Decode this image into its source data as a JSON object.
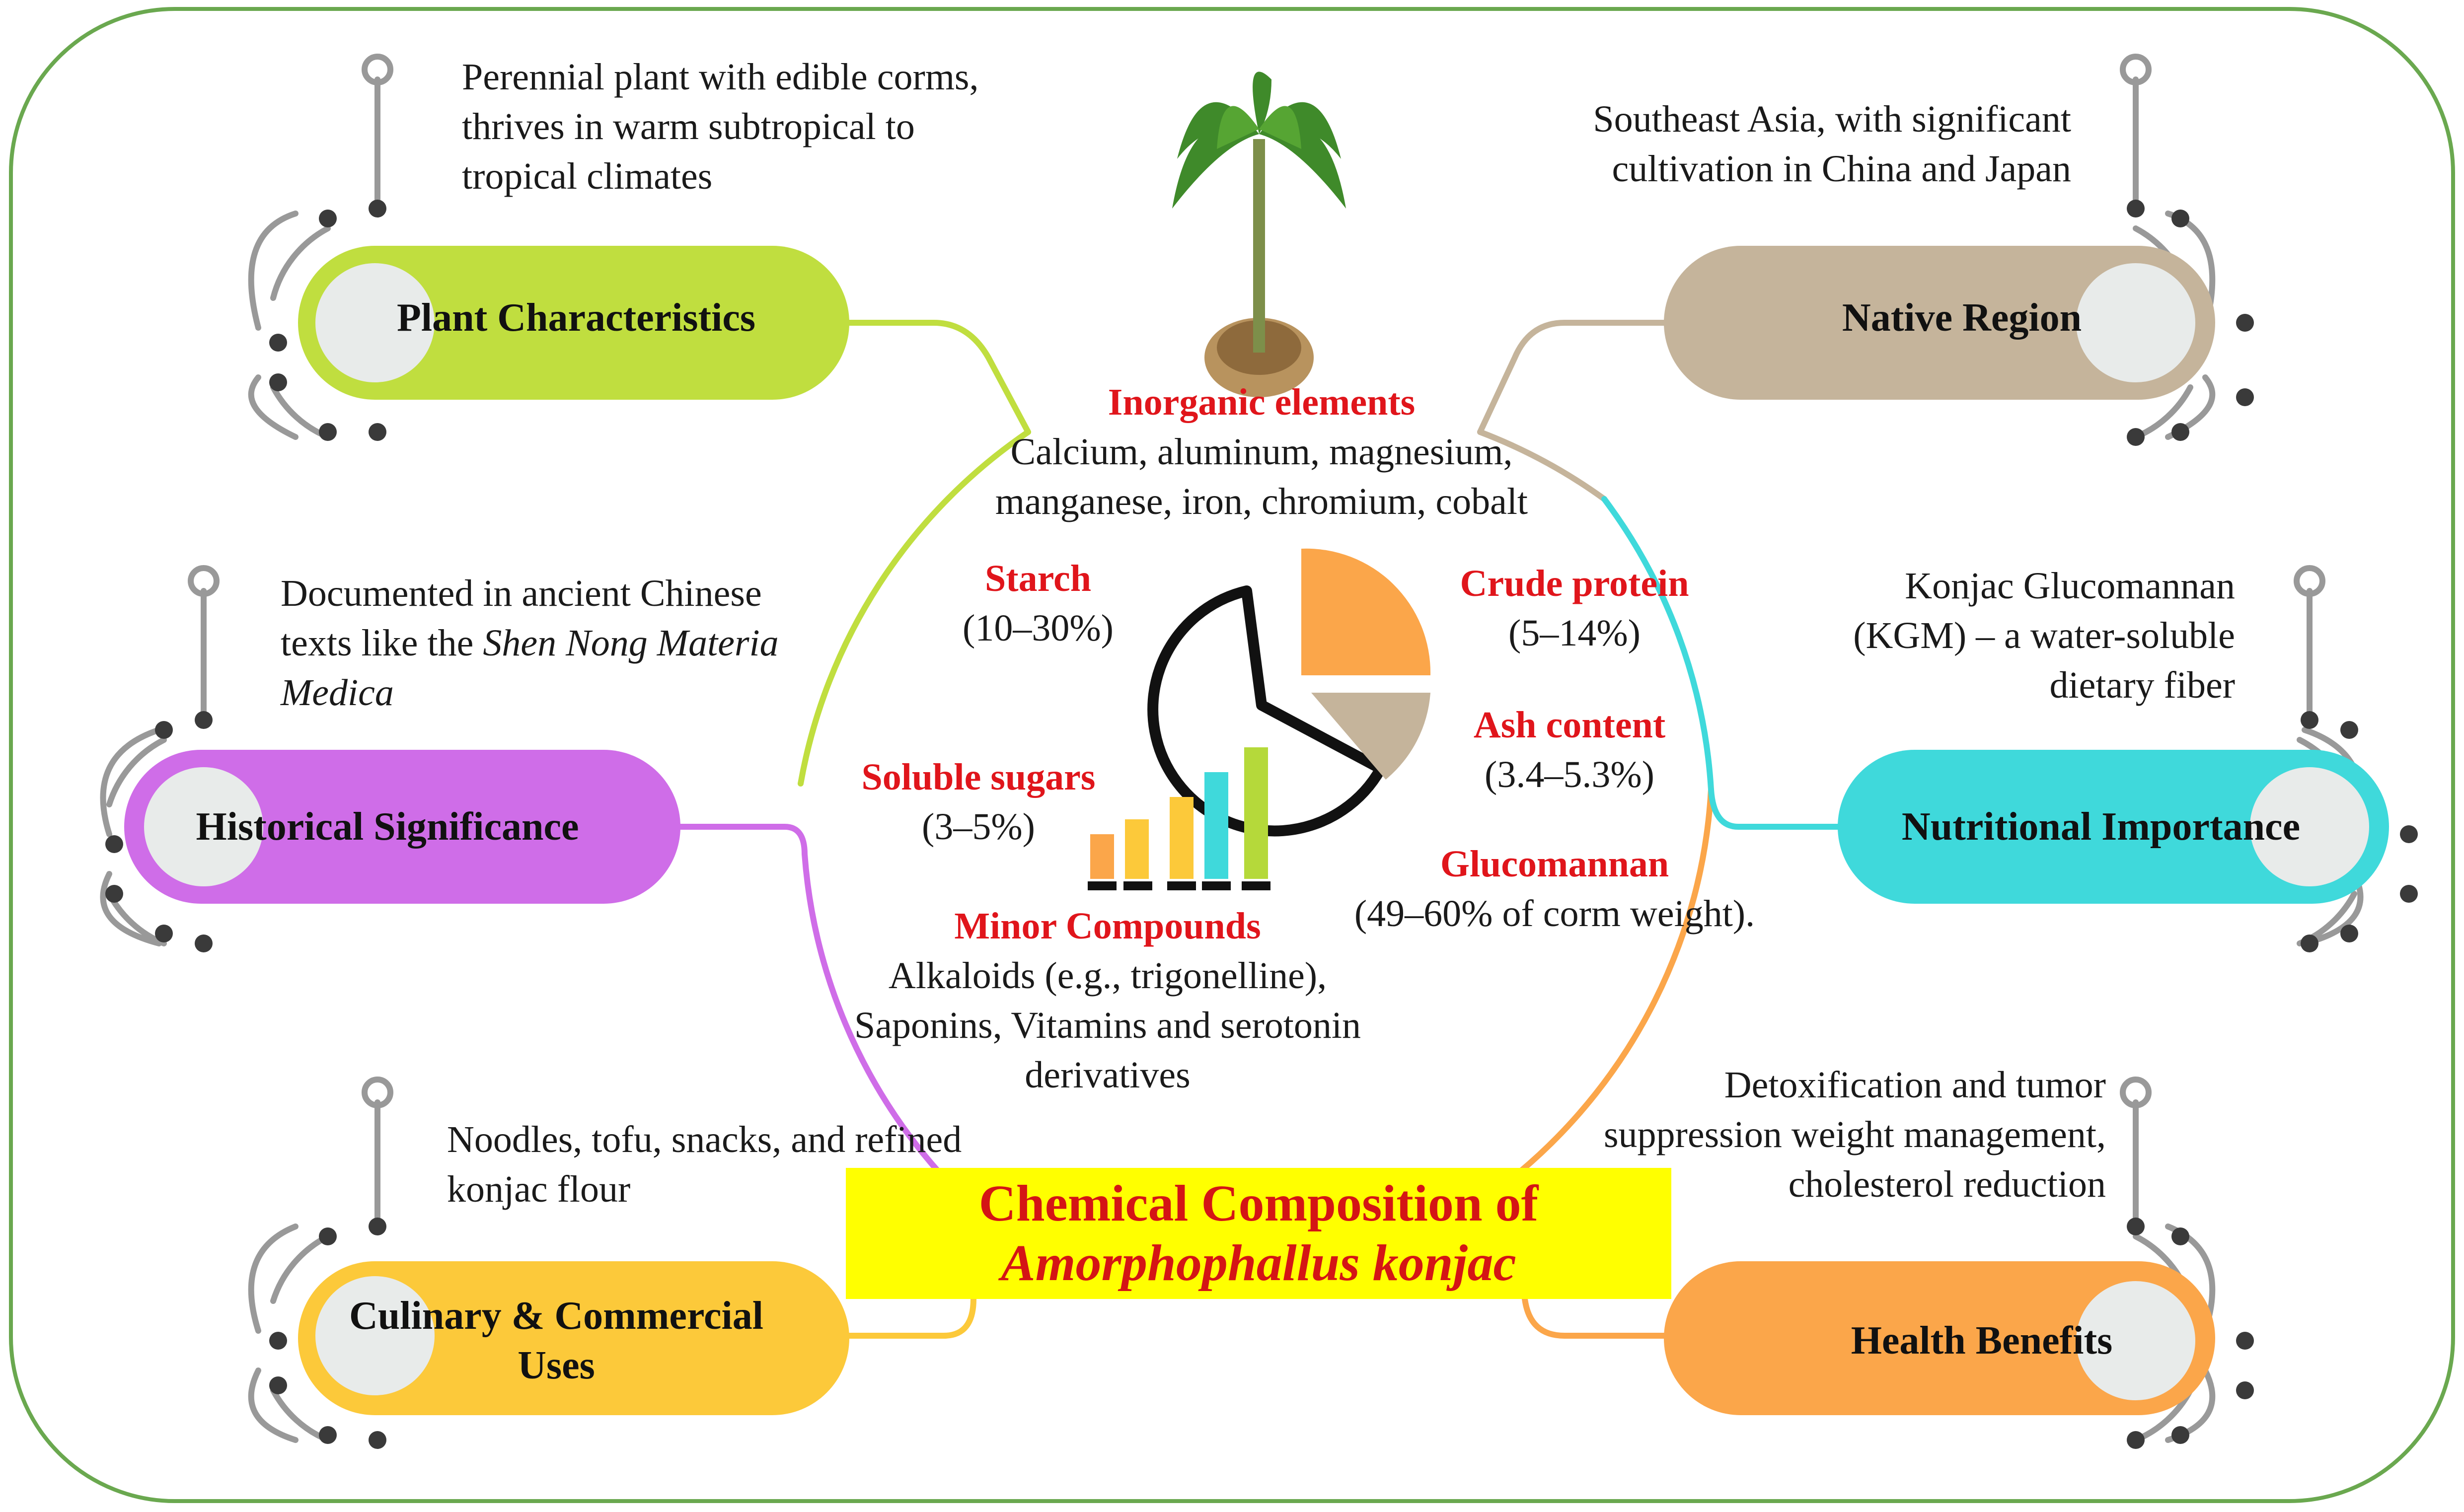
{
  "title": {
    "line1": "Chemical Composition of",
    "line2": "Amorphophallus konjac"
  },
  "branches": {
    "plant": {
      "label": "Plant Characteristics",
      "description_lines": [
        "Perennial plant with edible corms,",
        "thrives in warm subtropical to",
        "tropical climates"
      ],
      "color": "#c0de3f"
    },
    "region": {
      "label": "Native Region",
      "description_lines": [
        "Southeast Asia, with significant",
        "cultivation in China and Japan"
      ],
      "color": "#c5b49b"
    },
    "historical": {
      "label": "Historical Significance",
      "description_line1": "Documented in ancient Chinese",
      "description_line2_prefix": "texts like the ",
      "description_line2_italic": "Shen Nong Materia",
      "description_line3_italic": "Medica",
      "color": "#cf6de8"
    },
    "nutritional": {
      "label": "Nutritional Importance",
      "description_lines": [
        "Konjac Glucomannan",
        "(KGM) – a water-soluble",
        "dietary fiber"
      ],
      "color": "#3fd9db"
    },
    "culinary": {
      "label_lines": [
        "Culinary & Commercial",
        "Uses"
      ],
      "description_lines": [
        "Noodles, tofu, snacks, and refined",
        "konjac flour"
      ],
      "color": "#fcc93a"
    },
    "health": {
      "label": "Health Benefits",
      "description_lines": [
        "Detoxification and tumor",
        "suppression weight management,",
        "cholesterol reduction"
      ],
      "color": "#fba64a"
    }
  },
  "composition": {
    "inorganic": {
      "heading": "Inorganic elements",
      "lines": [
        "Calcium, aluminum, magnesium,",
        "manganese, iron, chromium, cobalt"
      ]
    },
    "starch": {
      "heading": "Starch",
      "value": "(10–30%)"
    },
    "crude_protein": {
      "heading": "Crude protein",
      "value": "(5–14%)"
    },
    "ash": {
      "heading": "Ash content",
      "value": "(3.4–5.3%)"
    },
    "soluble_sugars": {
      "heading": "Soluble sugars",
      "value": "(3–5%)"
    },
    "glucomannan": {
      "heading": "Glucomannan",
      "value": "(49–60% of corm weight)."
    },
    "minor": {
      "heading": "Minor Compounds",
      "lines": [
        "Alkaloids (e.g., trigonelline),",
        "Saponins, Vitamins and serotonin",
        "derivatives"
      ]
    }
  },
  "icons": {
    "plant": "konjac-plant-icon",
    "pie": "pie-chart-icon",
    "bars": "bar-chart-icon"
  },
  "colors": {
    "frame": "#6aa84f",
    "connector_gray": "#999999",
    "title_bg": "#ffff00",
    "title_text": "#d41515",
    "heading_red": "#e0151b",
    "bars": [
      "#fba64a",
      "#fcc93a",
      "#fcc93a",
      "#3fd9db",
      "#b5d93a"
    ]
  }
}
